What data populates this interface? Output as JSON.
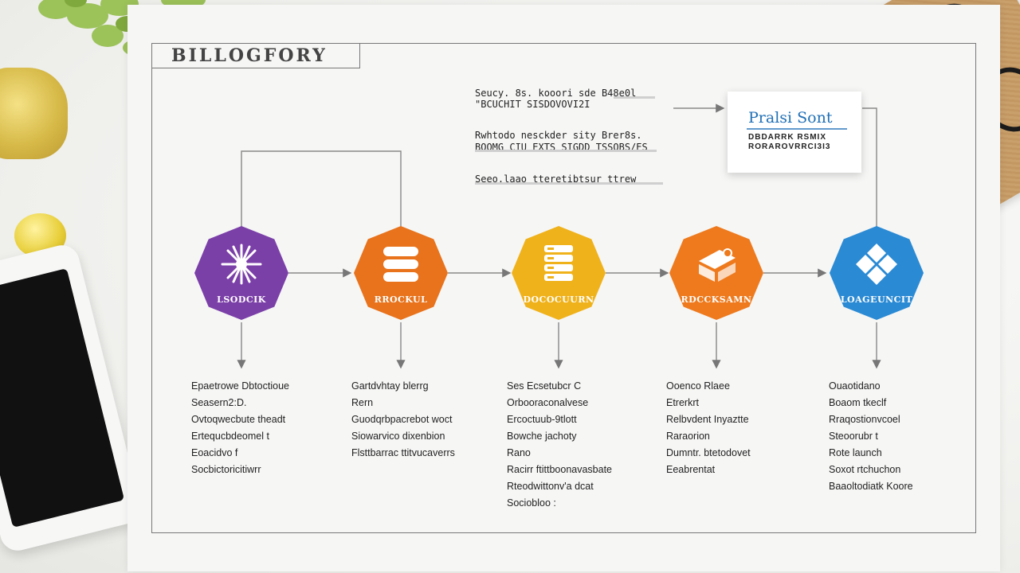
{
  "diagram": {
    "title": "BILLOGFORY",
    "notes": [
      "Seucy. 8s. kooori sde B48e0l",
      "\"BCUCHIT SISDOVOVI2I",
      "Rwhtodo nesckder sity Brer8s.",
      "BOOMG  CIU EXTS SIGDD TSSOBS/ES",
      "Seeo.laao tteretibtsur ttrew"
    ],
    "callout": {
      "title": "Pralsi Sont",
      "subtitle_lines": [
        "DBDARRK RSMIX",
        "RORAROVRRCI3I3"
      ]
    },
    "nodes": [
      {
        "label": "LSODCIK",
        "color": "#7b3fa8",
        "icon": "starburst-icon"
      },
      {
        "label": "RROCKUL",
        "color": "#e8731c",
        "icon": "database-icon"
      },
      {
        "label": "DOCOCUURN",
        "color": "#f0b21b",
        "icon": "stack-icon"
      },
      {
        "label": "RDCCKSAMN",
        "color": "#ee7a1d",
        "icon": "box-icon"
      },
      {
        "label": "LOAGEUNCIT",
        "color": "#2a8ad4",
        "icon": "diamond-grid-icon"
      }
    ],
    "descriptions": [
      [
        "Epaetrowe Dbtoctioue",
        "Seasern2:D.",
        "Ovtoqwecbute theadt",
        "Ertequcbdeomel t",
        "Eoacidvo f",
        "Socbictoricitiwrr"
      ],
      [
        "Gartdvhtay  blerrg",
        "Rern",
        "Guodqrbpacrebot woct",
        "Siowarvico dixenbion",
        "Flsttbarrac ttitvucaverrs"
      ],
      [
        "Ses  Ecsetubcr C",
        "Orbooraconalvese",
        "Ercoctuub-9tlott",
        "Bowche jachoty",
        "Rano",
        "Racirr ftittboonavasbate",
        "Rteodwittonv'a dcat",
        "Sociobloo :"
      ],
      [
        "Ooenco Rlaee",
        "Etrerkrt",
        "Relbvdent  Inyaztte",
        "Raraorion",
        "Dumntr.  btetodovet",
        "Eeabrentat"
      ],
      [
        "Ouaotidano",
        "Boaom  tkeclf",
        "Rraqostionvcoel",
        "Steoorubr t",
        "Rote  launch",
        "Soxot  rtchuchon",
        "Baaoltodiatk  Koore"
      ]
    ]
  }
}
